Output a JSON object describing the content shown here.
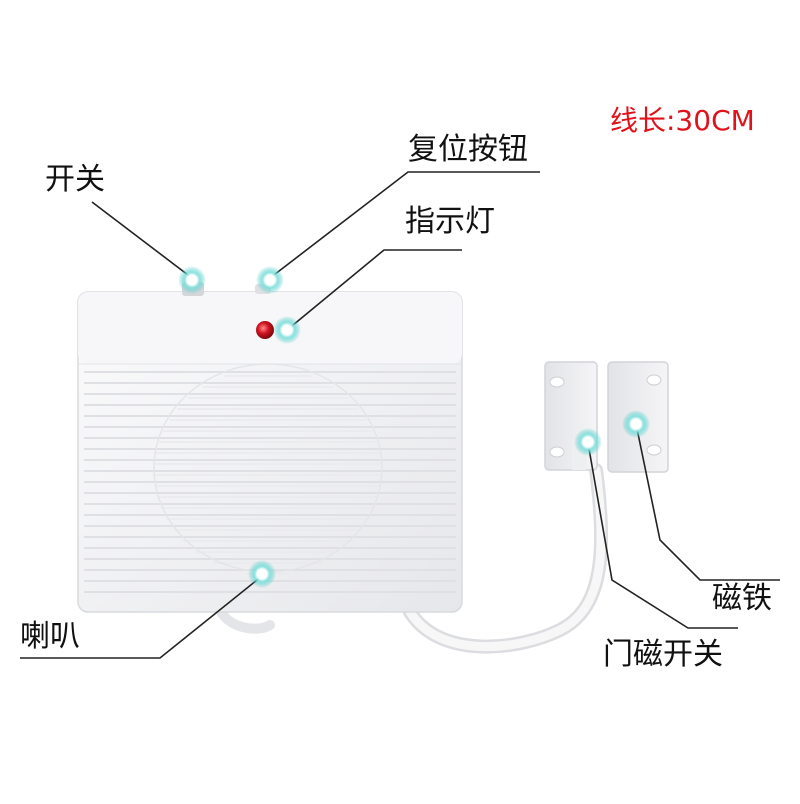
{
  "labels": {
    "switch": "开关",
    "reset_button": "复位按钮",
    "indicator_light": "指示灯",
    "speaker": "喇叭",
    "magnet": "磁铁",
    "door_sensor_switch": "门磁开关",
    "cable_length": "线长:30CM"
  },
  "colors": {
    "label_text": "#111111",
    "cable_length_text": "#e0131b",
    "device_body": "#f4f4f6",
    "indicator_led": "#d0141e",
    "callout_marker": "#3fc6c4"
  }
}
